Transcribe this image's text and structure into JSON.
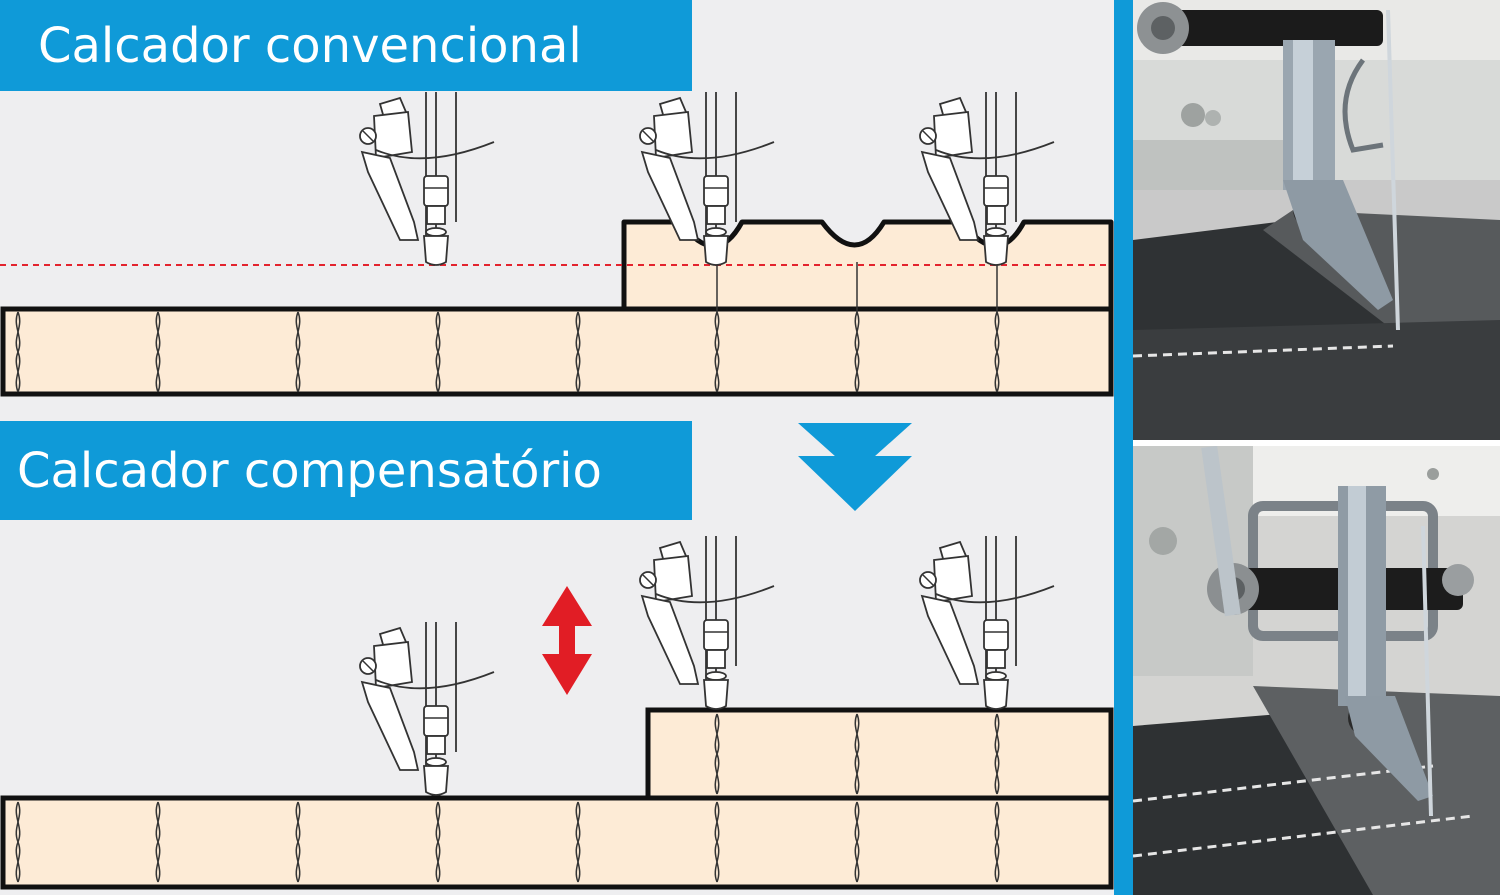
{
  "titles": {
    "conventional": "Calcador convencional",
    "compensating": "Calcador compensatório"
  },
  "icons": {
    "transition_arrow": "down-chevron-arrow-icon",
    "height_indicator": "up-down-arrow-icon"
  },
  "photos": {
    "top": "sewing-machine-presser-foot-photo",
    "bottom": "sewing-machine-compensating-foot-photo"
  },
  "colors": {
    "accent": "#0f9ad8",
    "fabric": "#fdebd6",
    "reference_line": "#e3232e",
    "height_arrow": "#e11d25",
    "panel_background": "#eeeef0"
  }
}
